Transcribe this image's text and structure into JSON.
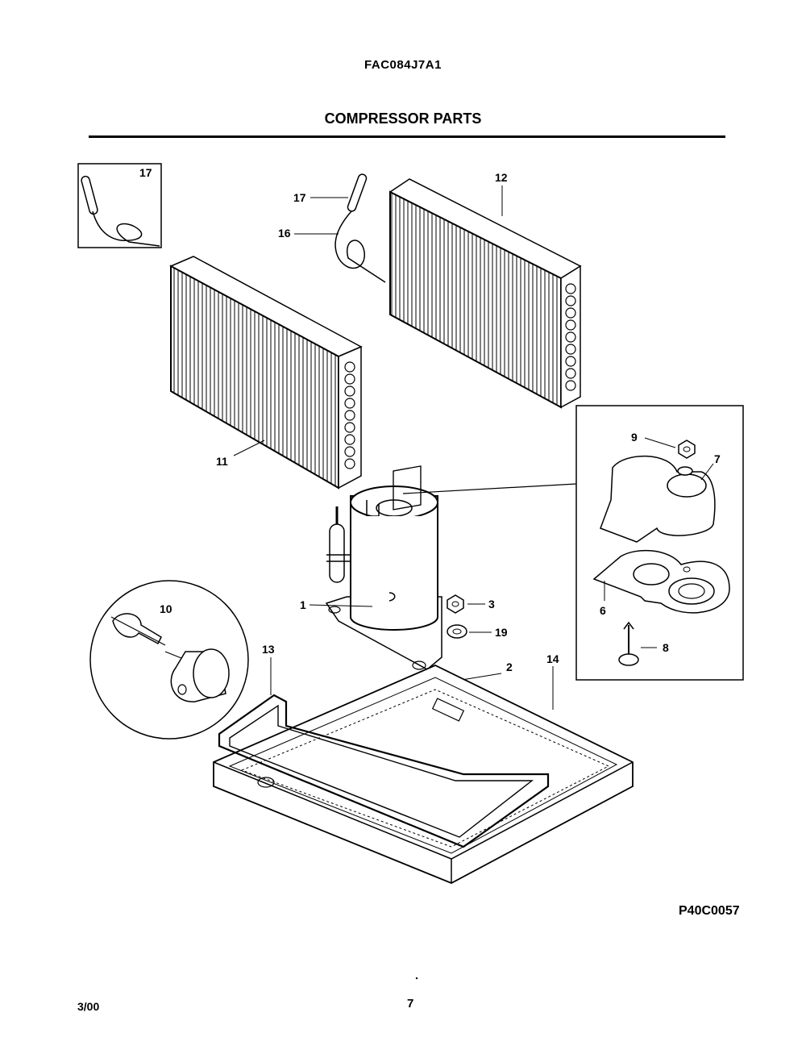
{
  "header": {
    "model": "FAC084J7A1",
    "title": "COMPRESSOR PARTS"
  },
  "callouts": [
    "1",
    "2",
    "3",
    "6",
    "7",
    "8",
    "9",
    "10",
    "11",
    "12",
    "13",
    "14",
    "16",
    "17",
    "17",
    "19"
  ],
  "footer": {
    "drawing_code": "P40C0057",
    "date": "3/00",
    "page_number": "7"
  }
}
